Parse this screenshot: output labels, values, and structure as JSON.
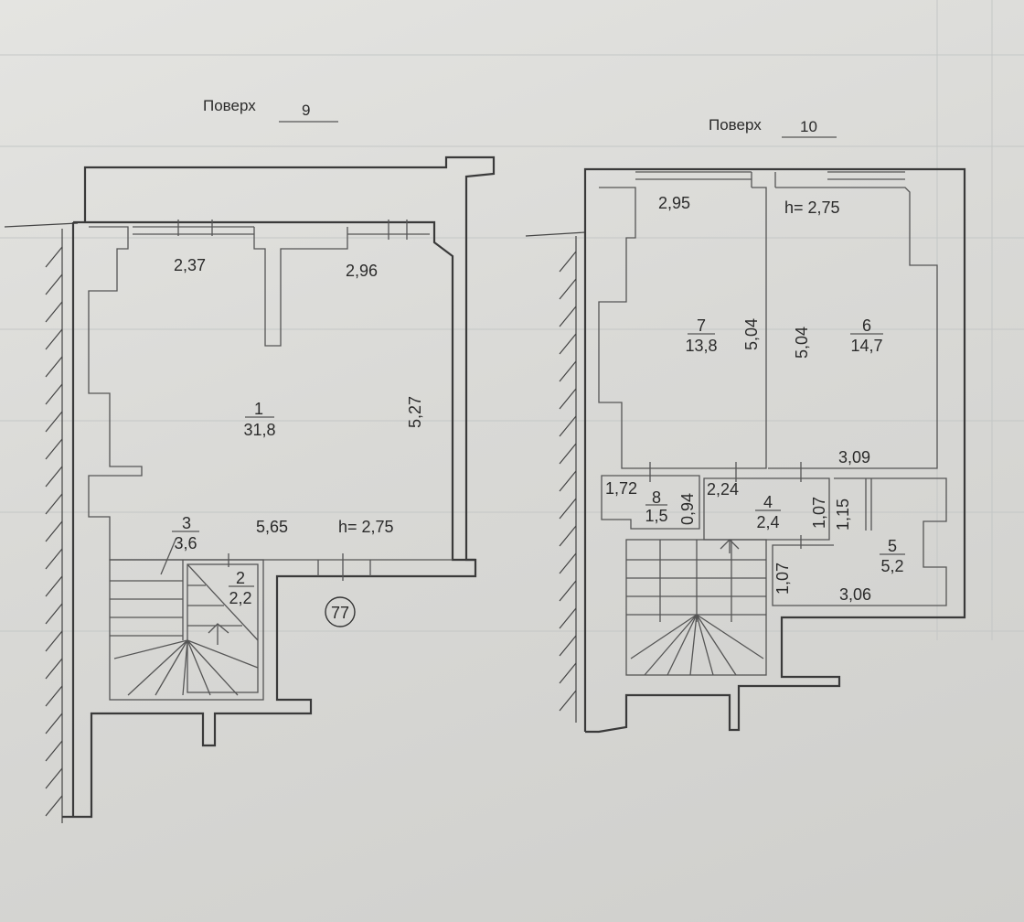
{
  "floor9": {
    "label": "Поверх",
    "number": "9",
    "rooms": [
      {
        "id": "1",
        "area": "31,8"
      },
      {
        "id": "2",
        "area": "2,2"
      },
      {
        "id": "3",
        "area": "3,6"
      }
    ],
    "dimensions": [
      "2,37",
      "2,96",
      "5,27",
      "5,65"
    ],
    "height": "h= 2,75",
    "apartment_number": "77"
  },
  "floor10": {
    "label": "Поверх",
    "number": "10",
    "rooms": [
      {
        "id": "7",
        "area": "13,8"
      },
      {
        "id": "6",
        "area": "14,7"
      },
      {
        "id": "8",
        "area": "1,5"
      },
      {
        "id": "4",
        "area": "2,4"
      },
      {
        "id": "5",
        "area": "5,2"
      }
    ],
    "dimensions": [
      "2,95",
      "5,04",
      "5,04",
      "3,09",
      "1,72",
      "0,94",
      "2,24",
      "1,07",
      "1,15",
      "1,07",
      "3,06"
    ],
    "height": "h= 2,75"
  }
}
